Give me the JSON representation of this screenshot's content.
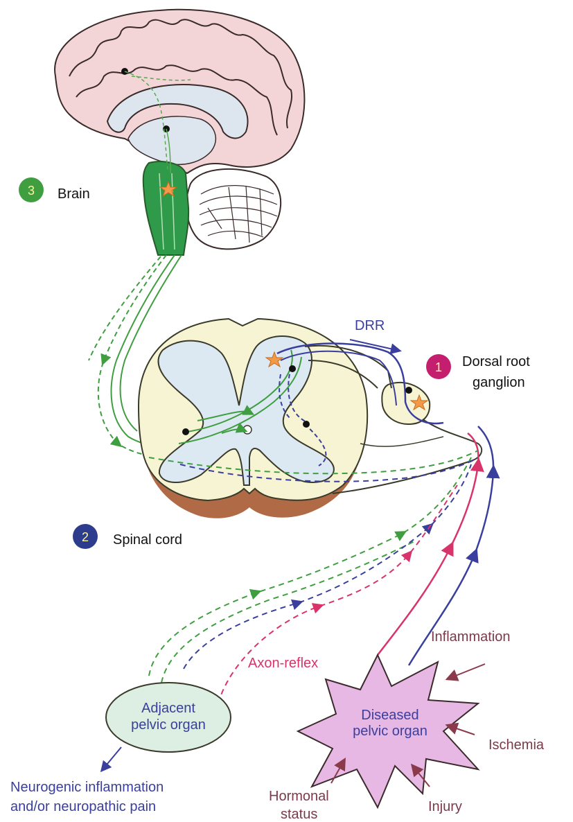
{
  "labels": {
    "brain": "Brain",
    "spinal_cord": "Spinal cord",
    "drg_line1": "Dorsal root",
    "drg_line2": "ganglion",
    "drr": "DRR",
    "inflammation": "Inflammation",
    "axon_reflex": "Axon-reflex",
    "ischemia": "Ischemia",
    "injury": "Injury",
    "hormonal_line1": "Hormonal",
    "hormonal_line2": "status",
    "diseased_line1": "Diseased",
    "diseased_line2": "pelvic organ",
    "adjacent_line1": "Adjacent",
    "adjacent_line2": "pelvic organ",
    "neuro_line1": "Neurogenic inflammation",
    "neuro_line2": "and/or neuropathic pain"
  },
  "badges": {
    "drg": "1",
    "spinal": "2",
    "brain": "3"
  },
  "colors": {
    "green": "#3f9e3f",
    "blue": "#3a3f9e",
    "pink": "#d8336b",
    "brown_label": "#7a3a4a",
    "brain_fill": "#f3d5d8",
    "cord_fill": "#f6f4d2",
    "cord_brown": "#b06a46",
    "gray_matter": "#dce8f2",
    "organ_pink": "#e7b8e3",
    "organ_green": "#dcefe2",
    "badge_pink": "#c41f6e",
    "badge_blue": "#2e3c8e",
    "badge_green": "#3f9e3f"
  }
}
